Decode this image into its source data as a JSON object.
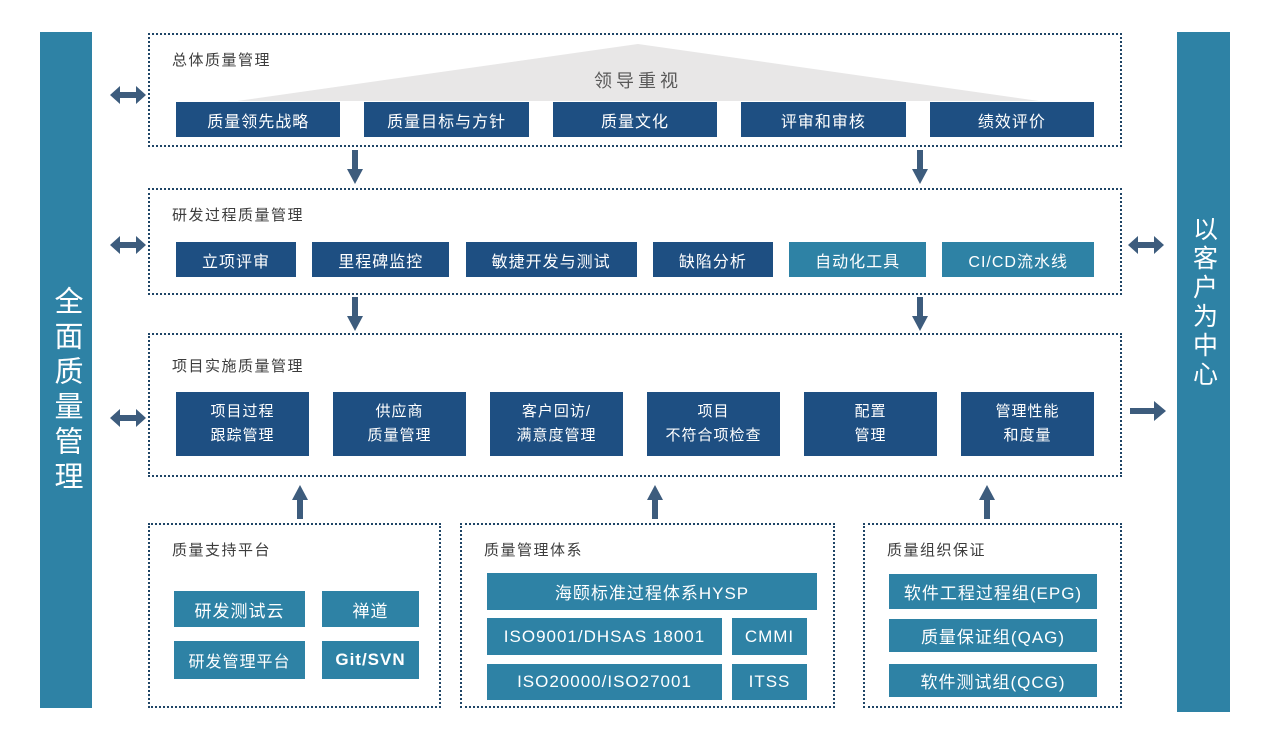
{
  "palette": {
    "navy": "#1e4f82",
    "teal": "#2e82a5",
    "slate": "#3d5c7d",
    "border_navy": "#1f4566",
    "triangle_gray": "#e8e7e7",
    "triangle_text": "#595959",
    "title_text": "#3c3c3c"
  },
  "icons": {
    "double_arrow": "↔",
    "down_arrow": "↓",
    "up_arrow": "↑",
    "right_arrow": "→"
  },
  "side_bars": {
    "left": "全面质量管理",
    "right": "以客户为中心"
  },
  "sections": {
    "overall": {
      "title": "总体质量管理",
      "banner": "领导重视",
      "items": [
        "质量领先战略",
        "质量目标与方针",
        "质量文化",
        "评审和审核",
        "绩效评价"
      ]
    },
    "rnd": {
      "title": "研发过程质量管理",
      "items": [
        "立项评审",
        "里程碑监控",
        "敏捷开发与测试",
        "缺陷分析",
        "自动化工具",
        "CI/CD流水线"
      ]
    },
    "project": {
      "title": "项目实施质量管理",
      "items": [
        {
          "line1": "项目过程",
          "line2": "跟踪管理"
        },
        {
          "line1": "供应商",
          "line2": "质量管理"
        },
        {
          "line1": "客户回访/",
          "line2": "满意度管理"
        },
        {
          "line1": "项目",
          "line2": "不符合项检查"
        },
        {
          "line1": "配置",
          "line2": "管理"
        },
        {
          "line1": "管理性能",
          "line2": "和度量"
        }
      ]
    },
    "support": {
      "title": "质量支持平台",
      "items": [
        "研发测试云",
        "禅道",
        "研发管理平台",
        "Git/SVN"
      ]
    },
    "system": {
      "title": "质量管理体系",
      "wide_item": "海颐标准过程体系HYSP",
      "rows": [
        {
          "left": "ISO9001/DHSAS 18001",
          "right": "CMMI"
        },
        {
          "left": "ISO20000/ISO27001",
          "right": "ITSS"
        }
      ]
    },
    "org": {
      "title": "质量组织保证",
      "items": [
        "软件工程过程组(EPG)",
        "质量保证组(QAG)",
        "软件测试组(QCG)"
      ]
    }
  }
}
